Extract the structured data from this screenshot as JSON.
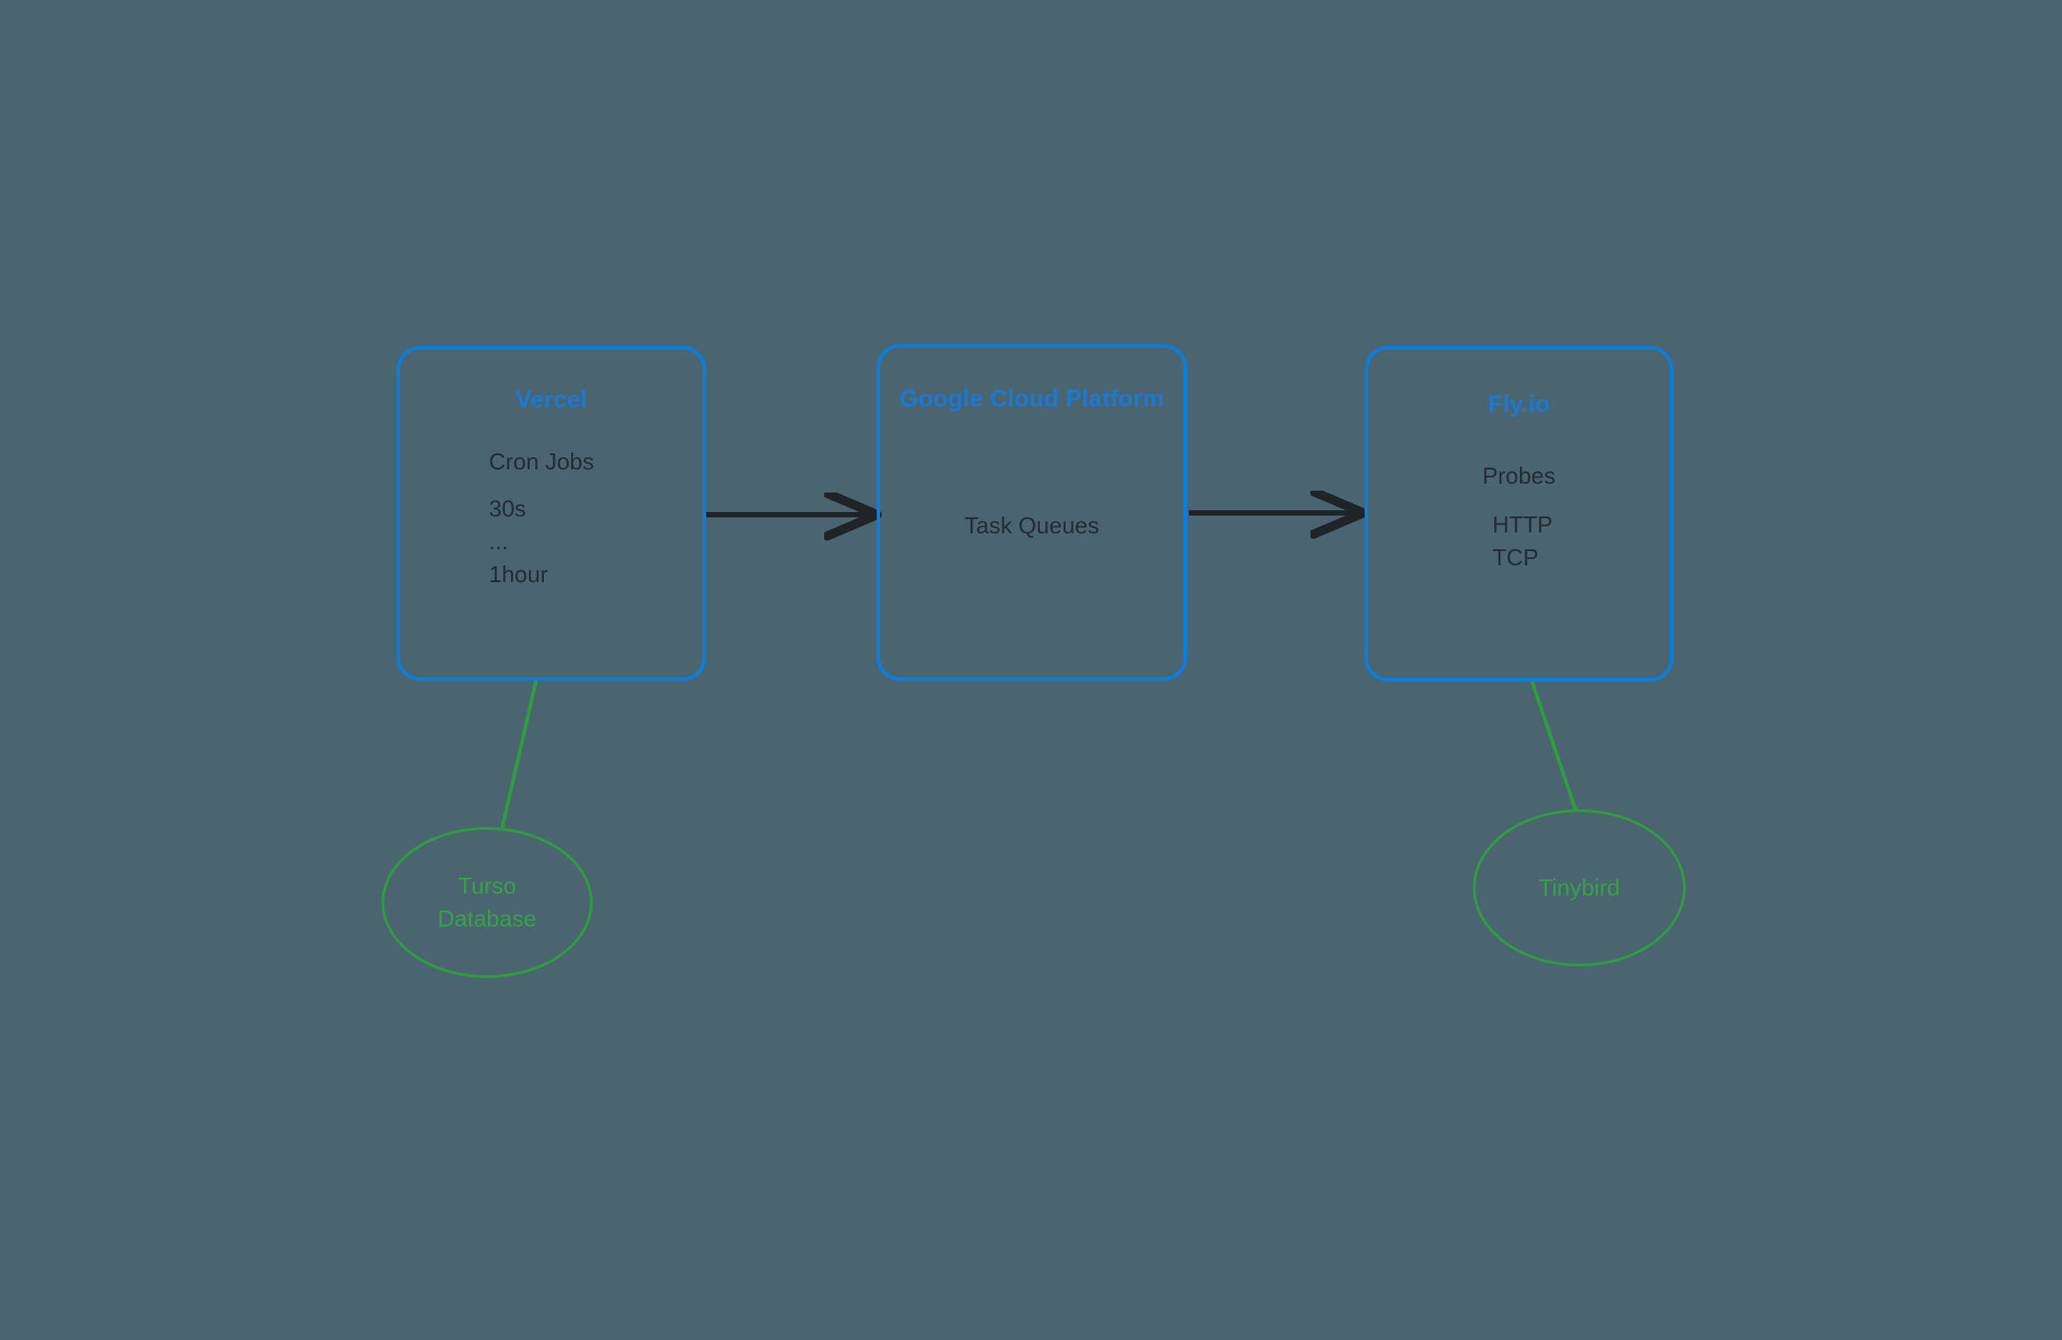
{
  "diagram": {
    "background_color": "#4b6570",
    "box_border_color": "#0d7ddb",
    "box_title_color": "#1a79d4",
    "body_text_color": "#222d33",
    "ellipse_color": "#2d9e3f",
    "arrow_color": "#1f2428",
    "groups": [
      {
        "id": "vercel",
        "title": "Vercel",
        "lines": [
          {
            "id": "cron-jobs",
            "text": "Cron Jobs",
            "align": "left"
          },
          {
            "id": "schedule",
            "text": "30s\n...\n1hour",
            "align": "left"
          }
        ]
      },
      {
        "id": "gcp",
        "title": "Google Cloud Platform",
        "lines": [
          {
            "id": "task-queues",
            "text": "Task Queues",
            "align": "center"
          }
        ]
      },
      {
        "id": "fly",
        "title": "Fly.io",
        "lines": [
          {
            "id": "probes",
            "text": "Probes",
            "align": "center"
          },
          {
            "id": "protocols",
            "text": "HTTP\nTCP",
            "align": "left"
          }
        ]
      }
    ],
    "ellipses": [
      {
        "id": "turso",
        "label": "Turso\nDatabase"
      },
      {
        "id": "tinybird",
        "label": "Tinybird"
      }
    ],
    "connectors": [
      {
        "id": "vercel-to-gcp",
        "from": "vercel",
        "to": "gcp",
        "style": "arrow",
        "color": "#1f2428"
      },
      {
        "id": "gcp-to-fly",
        "from": "gcp",
        "to": "fly",
        "style": "arrow",
        "color": "#1f2428"
      },
      {
        "id": "vercel-to-turso",
        "from": "vercel",
        "to": "turso",
        "style": "line",
        "color": "#2d9e3f"
      },
      {
        "id": "fly-to-tinybird",
        "from": "fly",
        "to": "tinybird",
        "style": "line",
        "color": "#2d9e3f"
      }
    ]
  }
}
